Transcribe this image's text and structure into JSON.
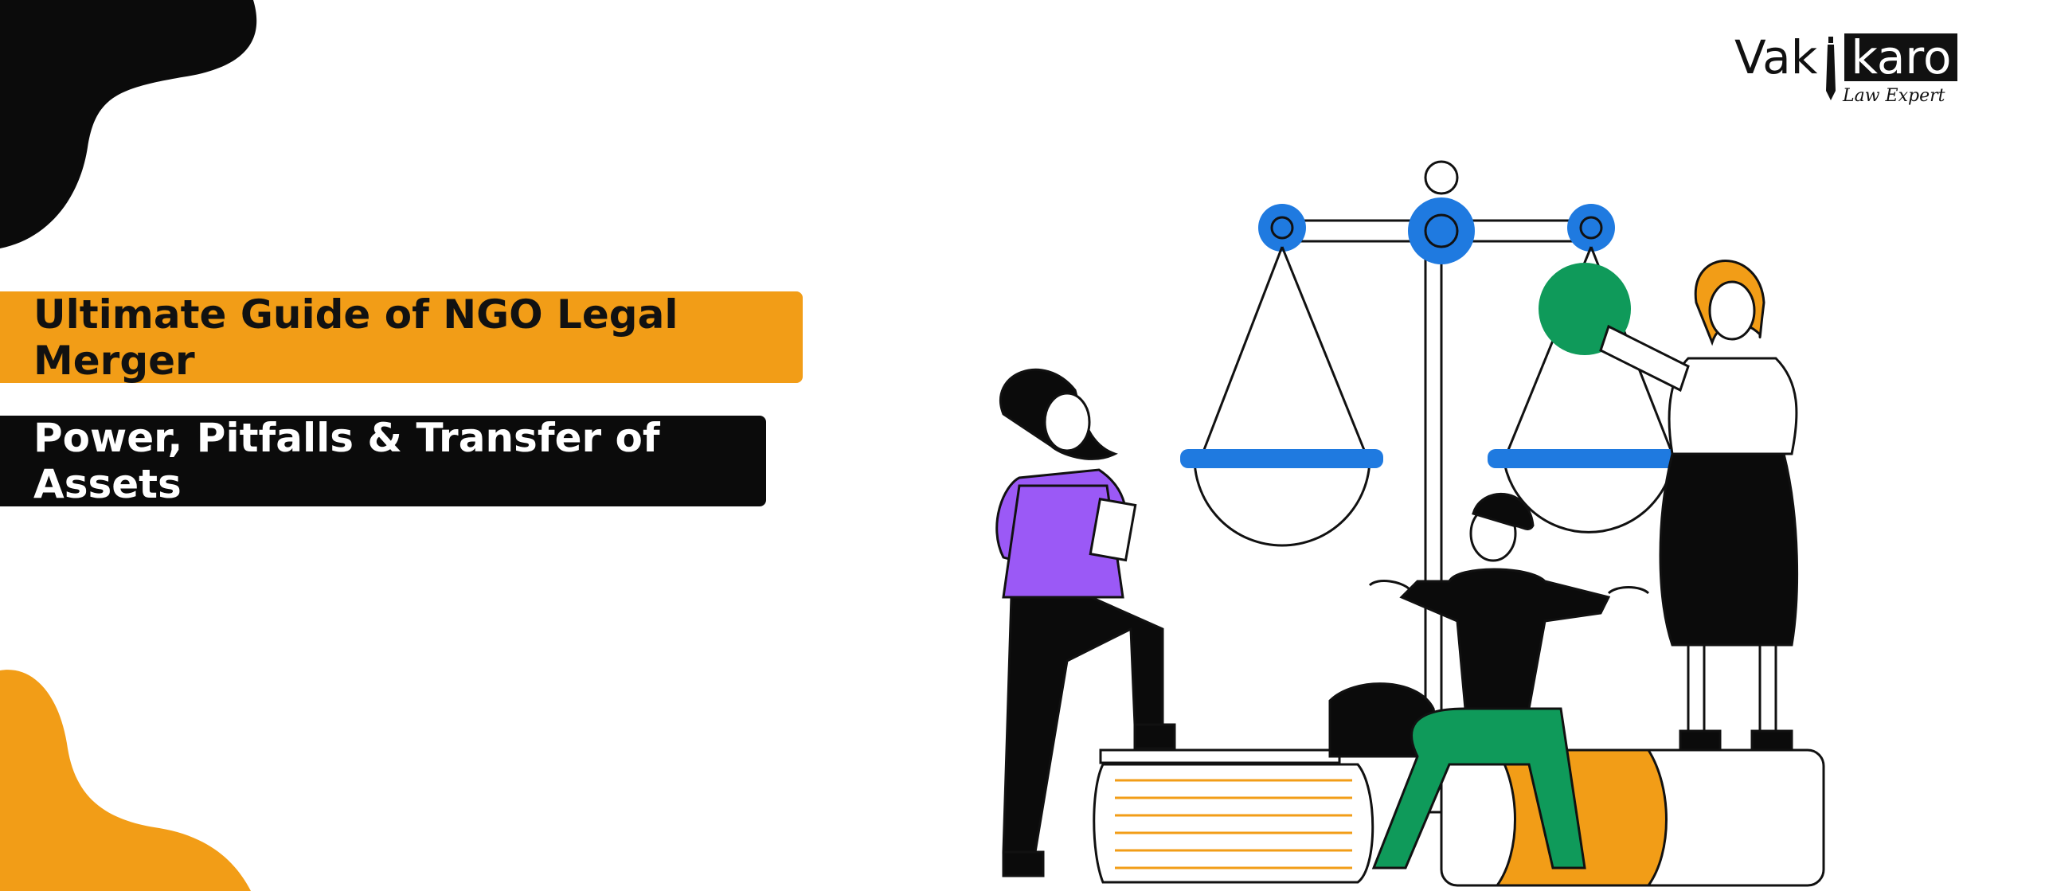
{
  "banner": {
    "title": "Ultimate Guide of NGO Legal Merger",
    "subtitle": "Power, Pitfalls & Transfer of Assets"
  },
  "logo": {
    "name_left": "Vak",
    "name_right": "karo",
    "tagline": "Law Expert"
  },
  "colors": {
    "orange": "#f29d17",
    "black": "#0b0b0b",
    "blue": "#1f7ae0",
    "purple": "#9b59f6",
    "green": "#0f9a5a"
  },
  "icons": [
    "scales-of-justice",
    "books",
    "people"
  ]
}
